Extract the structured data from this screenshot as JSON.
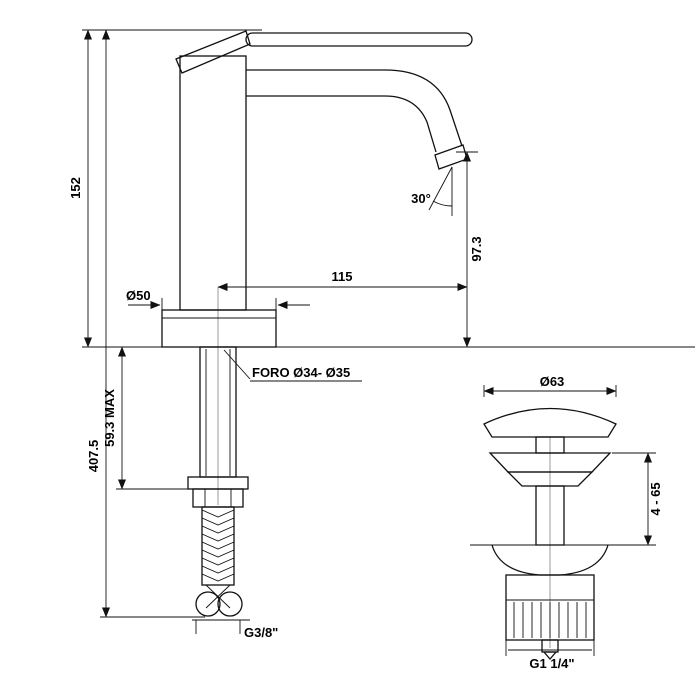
{
  "drawing": {
    "title": "basin-mixer-technical-drawing",
    "labels": {
      "height_spout": "152",
      "height_total": "407.5",
      "deck_max": "59.3 MAX",
      "base_diameter": "Ø50",
      "hole_note": "FORO Ø34- Ø35",
      "spout_reach": "115",
      "spout_height": "97.3",
      "spray_angle": "30°",
      "supply_thread": "G3/8\"",
      "waste_cap_diameter": "Ø63",
      "waste_range": "4 - 65",
      "waste_thread": "G1 1/4\""
    },
    "line_color": "#111111",
    "background": "#ffffff"
  }
}
